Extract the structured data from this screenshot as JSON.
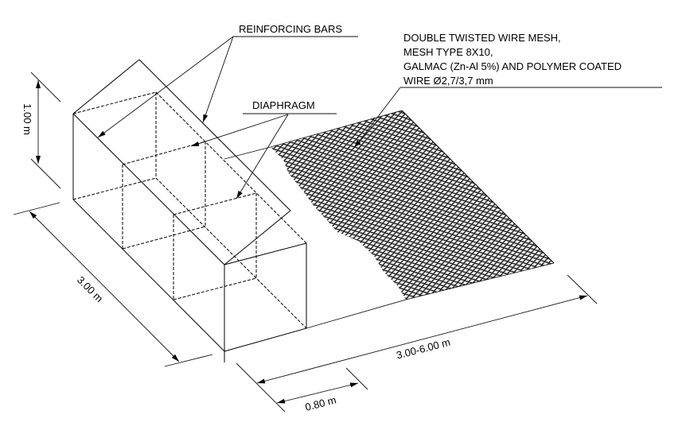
{
  "labels": {
    "reinforcing_bars": "REINFORCING BARS",
    "diaphragm": "DIAPHRAGM",
    "mesh_spec": [
      "DOUBLE TWISTED WIRE MESH,",
      "MESH TYPE 8X10,",
      "GALMAC (Zn-Al 5%) AND POLYMER COATED",
      "WIRE Ø2,7/3,7 mm"
    ]
  },
  "dimensions": {
    "height": "1.00 m",
    "width": "3.00 m",
    "length": "3.00-6.00 m",
    "overlap": "0.80 m"
  },
  "colors": {
    "line": "#000000",
    "background": "#ffffff"
  }
}
